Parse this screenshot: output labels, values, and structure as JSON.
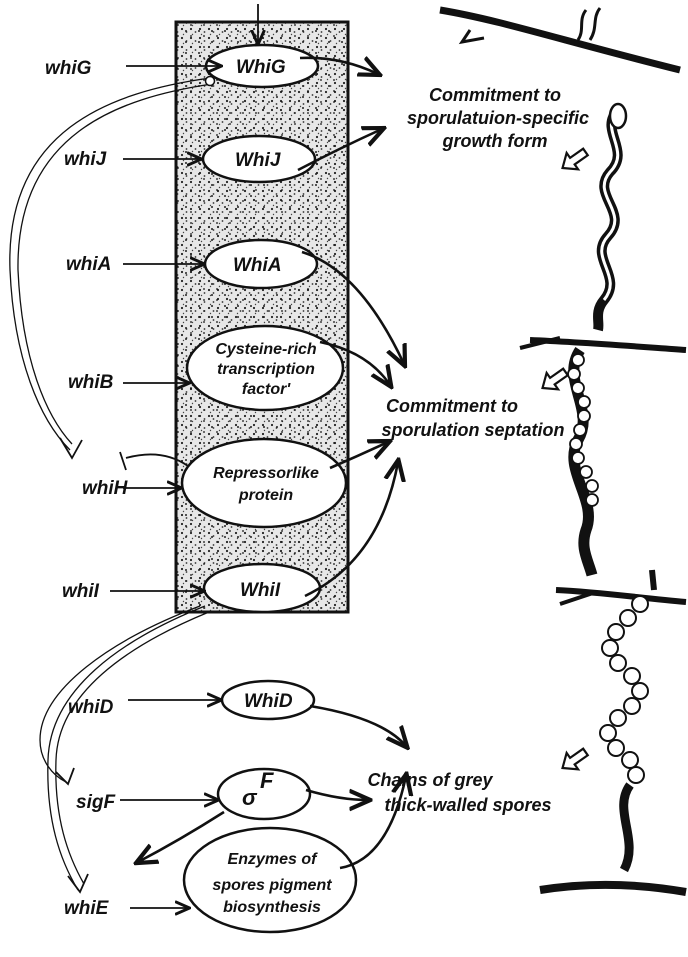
{
  "genes": {
    "whiG": "whiG",
    "whiJ": "whiJ",
    "whiA": "whiA",
    "whiB": "whiB",
    "whiH": "whiH",
    "whiI": "whiI",
    "whiD": "whiD",
    "sigF": "sigF",
    "whiE": "whiE"
  },
  "proteins": {
    "WhiG": "WhiG",
    "WhiJ": "WhiJ",
    "WhiA": "WhiA",
    "cysteine": [
      "Cysteine-rich",
      "transcription",
      "factor'"
    ],
    "repressor": [
      "Repressorlike",
      "protein"
    ],
    "WhiI": "WhiI",
    "WhiD": "WhiD",
    "sigma": "σ",
    "sigma_sup": "F",
    "enzymes": [
      "Enzymes of",
      "spores pigment",
      "biosynthesis"
    ]
  },
  "outcomes": {
    "growth": [
      "Commitment to",
      "sporulatuion-specific",
      "growth form"
    ],
    "septation": [
      "Commitment to",
      "sporulation septation"
    ],
    "spores": [
      "Chains of grey",
      "thick-walled spores"
    ]
  },
  "colors": {
    "ink": "#111111",
    "paper": "#ffffff",
    "stipple": "#e4e4e4"
  },
  "icons": [
    "hypha-drawing",
    "spiral-hypha-drawing",
    "septated-hypha-drawing",
    "spore-chain-drawing",
    "hollow-arrow-icon"
  ]
}
